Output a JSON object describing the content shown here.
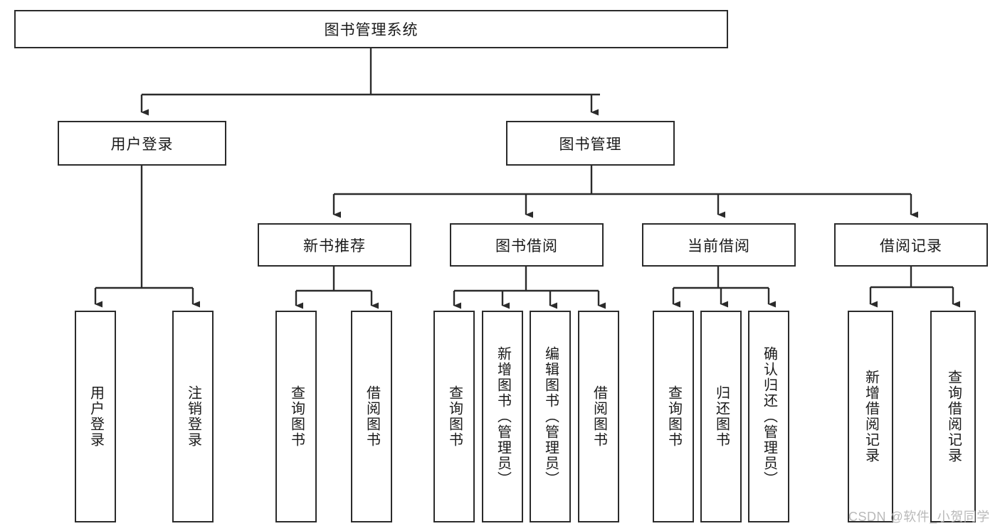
{
  "diagram": {
    "title": "图书管理系统",
    "type": "functional-structure-tree",
    "root": {
      "label": "图书管理系统"
    },
    "level2": [
      {
        "label": "用户登录"
      },
      {
        "label": "图书管理"
      }
    ],
    "level3": [
      {
        "label": "新书推荐"
      },
      {
        "label": "图书借阅"
      },
      {
        "label": "当前借阅"
      },
      {
        "label": "借阅记录"
      }
    ],
    "leaves": {
      "user_login": [
        {
          "label": "用户登录"
        },
        {
          "label": "注销登录"
        }
      ],
      "new_book_recommend": [
        {
          "label": "查询图书"
        },
        {
          "label": "借阅图书"
        }
      ],
      "book_borrow": [
        {
          "label": "查询图书"
        },
        {
          "label": "新增图书（管理员）"
        },
        {
          "label": "编辑图书（管理员）"
        },
        {
          "label": "借阅图书"
        }
      ],
      "current_borrow": [
        {
          "label": "查询图书"
        },
        {
          "label": "归还图书"
        },
        {
          "label": "确认归还（管理员）"
        }
      ],
      "borrow_record": [
        {
          "label": "新增借阅记录"
        },
        {
          "label": "查询借阅记录"
        }
      ]
    },
    "colors": {
      "line": "#2b2b2b",
      "box_border": "#2b2b2b",
      "box_fill": "#ffffff",
      "text": "#1a1a1a",
      "watermark": "#b9b9b9"
    }
  },
  "watermark": {
    "text": "CSDN @软件_小贺同学"
  }
}
